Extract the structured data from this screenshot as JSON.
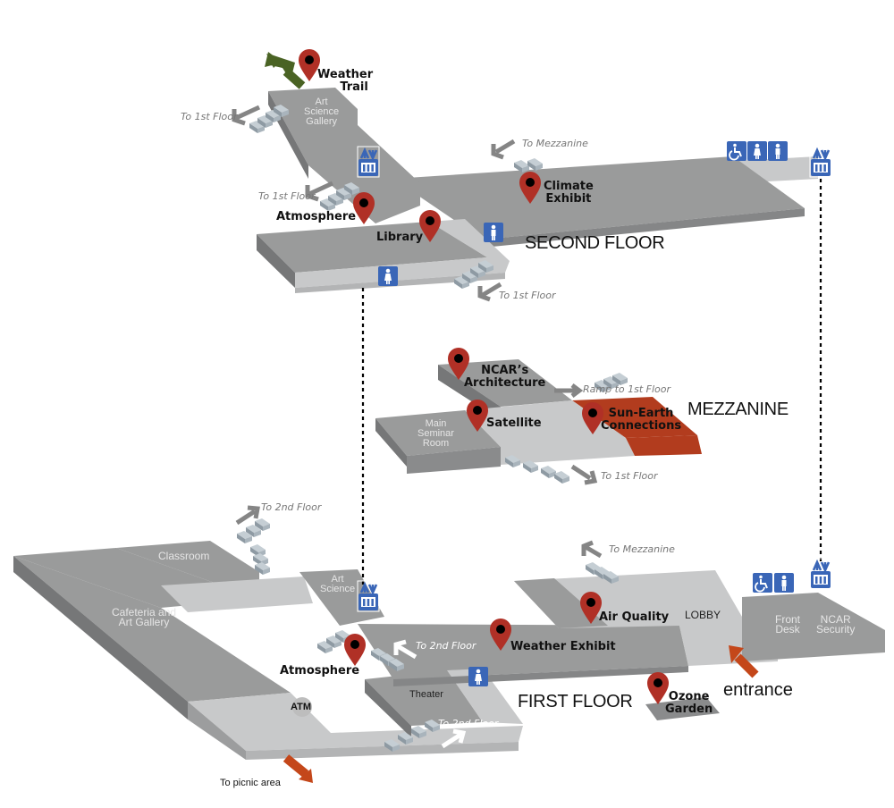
{
  "map": {
    "title": "NCAR Mesa Lab Visitor Center Floor Map",
    "colors": {
      "floor_dark": "#9a9b9b",
      "floor_light": "#c8c9ca",
      "side_dark": "#757677",
      "side_light": "#b5b6b7",
      "pin": "#b03026",
      "highlight": "#b23c1e",
      "icon_blue": "#3a66b7",
      "stairs": "#aab5be",
      "arrow_gray": "#858585",
      "arrow_green": "#4a6324",
      "arrow_orange": "#c4471a"
    }
  },
  "floors": {
    "second": {
      "label": "SECOND FLOOR",
      "rooms": [
        {
          "name": "Art Science Gallery",
          "lines": [
            "Art",
            "Science",
            "Gallery"
          ]
        }
      ],
      "pois": [
        {
          "name": "Weather Trail",
          "lines": [
            "Weather",
            "Trail"
          ]
        },
        {
          "name": "Climate Exhibit",
          "lines": [
            "Climate",
            "Exhibit"
          ]
        },
        {
          "name": "Atmosphere",
          "lines": [
            "Atmosphere"
          ]
        },
        {
          "name": "Library",
          "lines": [
            "Library"
          ]
        }
      ],
      "stairs": [
        "To 1st Floor",
        "To 1st Floor",
        "To Mezzanine",
        "To 1st Floor"
      ],
      "icons": [
        "elevator-icon",
        "accessible-restroom-icon",
        "womens-restroom-icon",
        "mens-restroom-icon",
        "elevator-icon",
        "mens-restroom-icon",
        "womens-restroom-icon"
      ]
    },
    "mezzanine": {
      "label": "MEZZANINE",
      "rooms": [
        {
          "name": "Main Seminar Room",
          "lines": [
            "Main",
            "Seminar",
            "Room"
          ]
        }
      ],
      "pois": [
        {
          "name": "NCAR's Architecture",
          "lines": [
            "NCAR’s",
            "Architecture"
          ]
        },
        {
          "name": "Satellite",
          "lines": [
            "Satellite"
          ]
        },
        {
          "name": "Sun-Earth Connections",
          "lines": [
            "Sun-Earth",
            "Connections"
          ]
        }
      ],
      "stairs": [
        "Ramp to 1st Floor",
        "To 1st Floor"
      ]
    },
    "first": {
      "label": "FIRST FLOOR",
      "rooms": [
        {
          "name": "Classroom",
          "lines": [
            "Classroom"
          ]
        },
        {
          "name": "Cafeteria and Art Gallery",
          "lines": [
            "Cafeteria and",
            "Art Gallery"
          ]
        },
        {
          "name": "Art Science",
          "lines": [
            "Art",
            "Science"
          ]
        },
        {
          "name": "Theater",
          "lines": [
            "Theater"
          ]
        },
        {
          "name": "LOBBY",
          "lines": [
            "LOBBY"
          ]
        },
        {
          "name": "Front Desk",
          "lines": [
            "Front",
            "Desk"
          ]
        },
        {
          "name": "NCAR Security",
          "lines": [
            "NCAR",
            "Security"
          ]
        },
        {
          "name": "ATM",
          "lines": [
            "ATM"
          ]
        }
      ],
      "pois": [
        {
          "name": "Atmosphere",
          "lines": [
            "Atmosphere"
          ]
        },
        {
          "name": "Weather Exhibit",
          "lines": [
            "Weather Exhibit"
          ]
        },
        {
          "name": "Air Quality",
          "lines": [
            "Air Quality"
          ]
        },
        {
          "name": "Ozone Garden",
          "lines": [
            "Ozone",
            "Garden"
          ]
        }
      ],
      "stairs": [
        "To 2nd Floor",
        "To Mezzanine",
        "To 2nd Floor",
        "To 2nd Floor"
      ],
      "other": {
        "entrance": "entrance",
        "picnic": "To picnic area"
      }
    }
  }
}
